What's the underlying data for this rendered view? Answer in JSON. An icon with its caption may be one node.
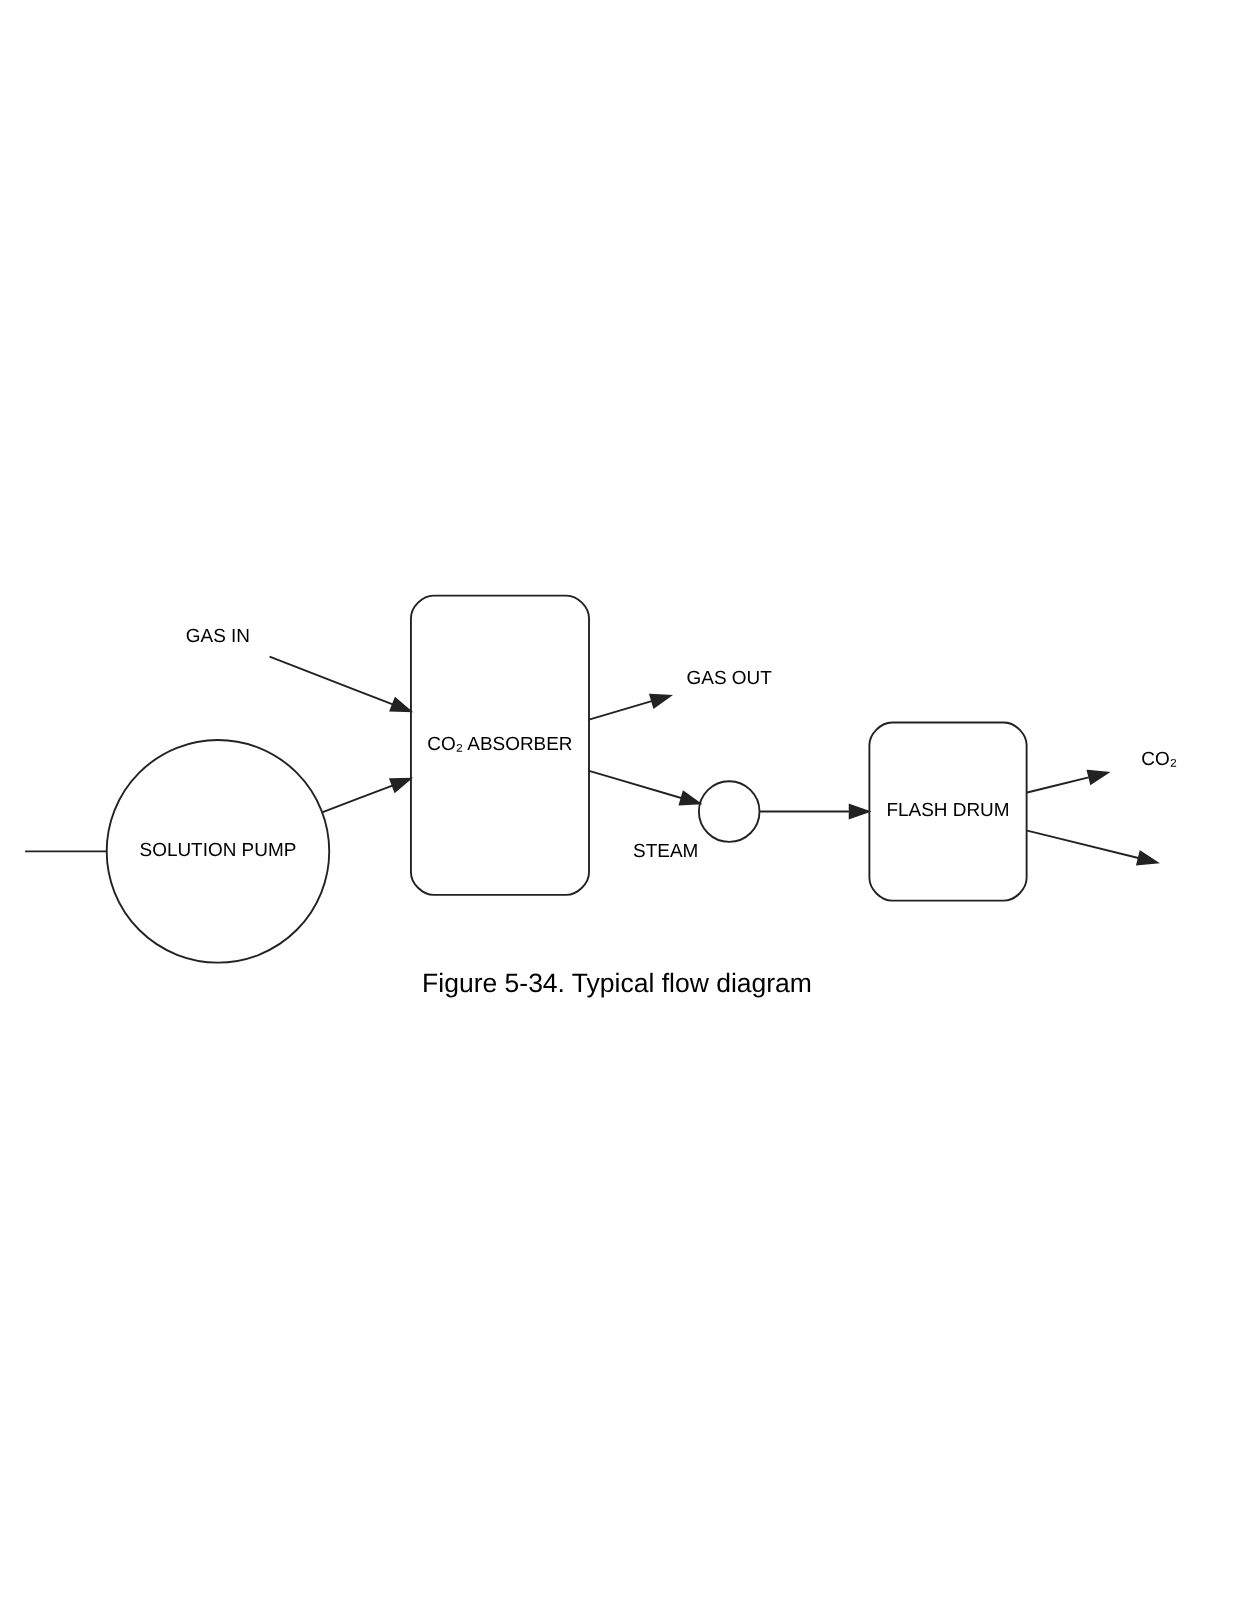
{
  "diagram": {
    "caption": "Figure 5-34. Typical flow diagram",
    "nodes": [
      {
        "text": [
          "GAS OUT"
        ]
      },
      {
        "text": [
          "GAS IN"
        ]
      },
      {
        "text": [
          "CO₂ ABSORBER"
        ]
      },
      {
        "text": [],
        "shape": "circle",
        "beside": [
          "STEAM"
        ]
      },
      {
        "text": [
          "FLASH DRUM"
        ]
      },
      {
        "text": [
          "CO₂"
        ]
      },
      {
        "text": [
          "SOLUTION PUMP"
        ]
      }
    ],
    "edges": [
      {
        "from": 2,
        "to": 0,
        "arrow": "to"
      },
      {
        "from": 1,
        "to": 2,
        "arrow": "to"
      },
      {
        "from": 2,
        "to": 3,
        "arrow": "to"
      },
      {
        "from": 3,
        "to": 4,
        "arrow": "to"
      },
      {
        "from": 4,
        "to": 5,
        "arrow": "to"
      },
      {
        "from": 4,
        "to": null,
        "arrow": "to"
      },
      {
        "from": null,
        "to": 6,
        "arrow": "none"
      },
      {
        "from": 6,
        "to": 2,
        "arrow": "to"
      }
    ]
  }
}
